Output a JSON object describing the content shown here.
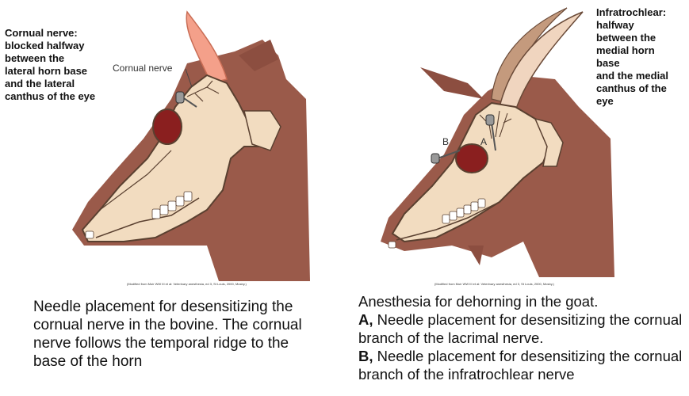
{
  "left": {
    "note": "Cornual nerve:\nblocked halfway\nbetween the\nlateral horn base\nand the lateral\ncanthus of the eye",
    "diagram_label": "Cornual nerve",
    "credit": "(Modified from Muir WW III et al: Veterinary anesthesia, ed 3, St Louis, 2000, Mosby.)",
    "caption": "Needle placement for desensitizing the cornual nerve in the bovine. The cornual nerve follows the temporal ridge to the base of the horn"
  },
  "right": {
    "note": "Infratrochlear:\nhalfway\nbetween the\nmedial horn\nbase\nand the medial\ncanthus of the\neye",
    "label_a": "A",
    "label_b": "B",
    "credit": "(Modified from Muir WW III et al: Veterinary anesthesia, ed 3, St Louis, 2000, Mosby.)",
    "caption_title": "Anesthesia for dehorning in the goat.",
    "caption_a_letter": "A,",
    "caption_a_text": " Needle placement for desensitizing the cornual branch of the lacrimal nerve.",
    "caption_b_letter": "B,",
    "caption_b_text": " Needle placement for desensitizing the cornual branch of the infratrochlear nerve"
  },
  "colors": {
    "head_fill": "#9a5a4a",
    "skull_fill": "#f2dcc0",
    "skull_stroke": "#5a4030",
    "horn_fill": "#f4a08a",
    "socket_fill": "#8a1f1f"
  }
}
